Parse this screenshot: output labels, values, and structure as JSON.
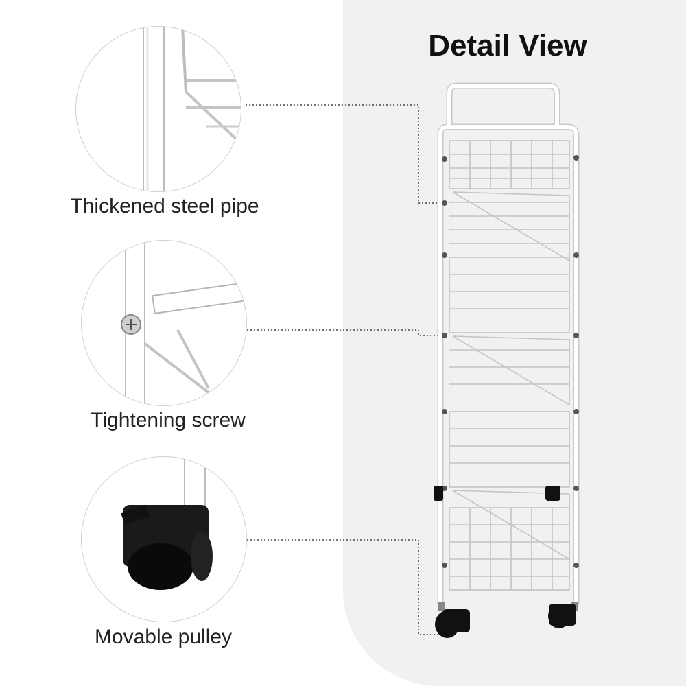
{
  "title": "Detail View",
  "details": [
    {
      "id": "steel-pipe",
      "caption": "Thickened steel pipe",
      "icon": "steel-pipe-closeup"
    },
    {
      "id": "screw",
      "caption": "Tightening screw",
      "icon": "screw-closeup"
    },
    {
      "id": "pulley",
      "caption": "Movable pulley",
      "icon": "caster-wheel-closeup"
    }
  ],
  "colors": {
    "panel_background": "#f1f1f1",
    "wire": "#ffffff",
    "wire_outline": "#c8c8c8",
    "leader_line": "#444444",
    "wheel": "#111111"
  }
}
